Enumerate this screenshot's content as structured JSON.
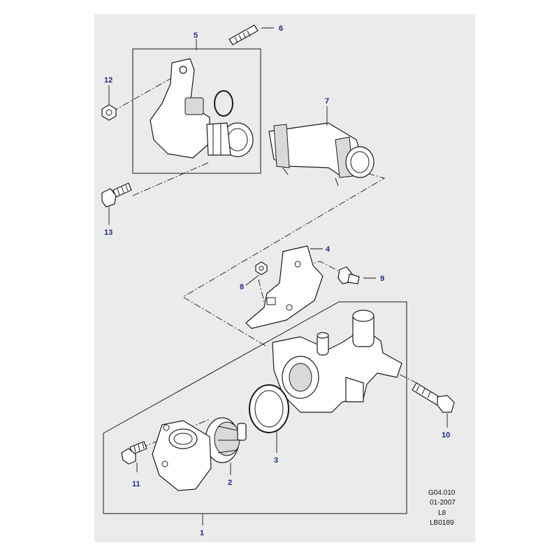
{
  "callouts": {
    "c1": "1",
    "c2": "2",
    "c3": "3",
    "c4": "4",
    "c5": "5",
    "c6": "6",
    "c7": "7",
    "c8": "8",
    "c9": "9",
    "c10": "10",
    "c11": "11",
    "c12": "12",
    "c13": "13"
  },
  "footer": {
    "code": "G04.010",
    "date": "01-2007",
    "model": "L8",
    "ref": "LB0189"
  },
  "colors": {
    "panel": "#ebebeb",
    "callout": "#1c2a8a",
    "line": "#1a1a1a"
  }
}
